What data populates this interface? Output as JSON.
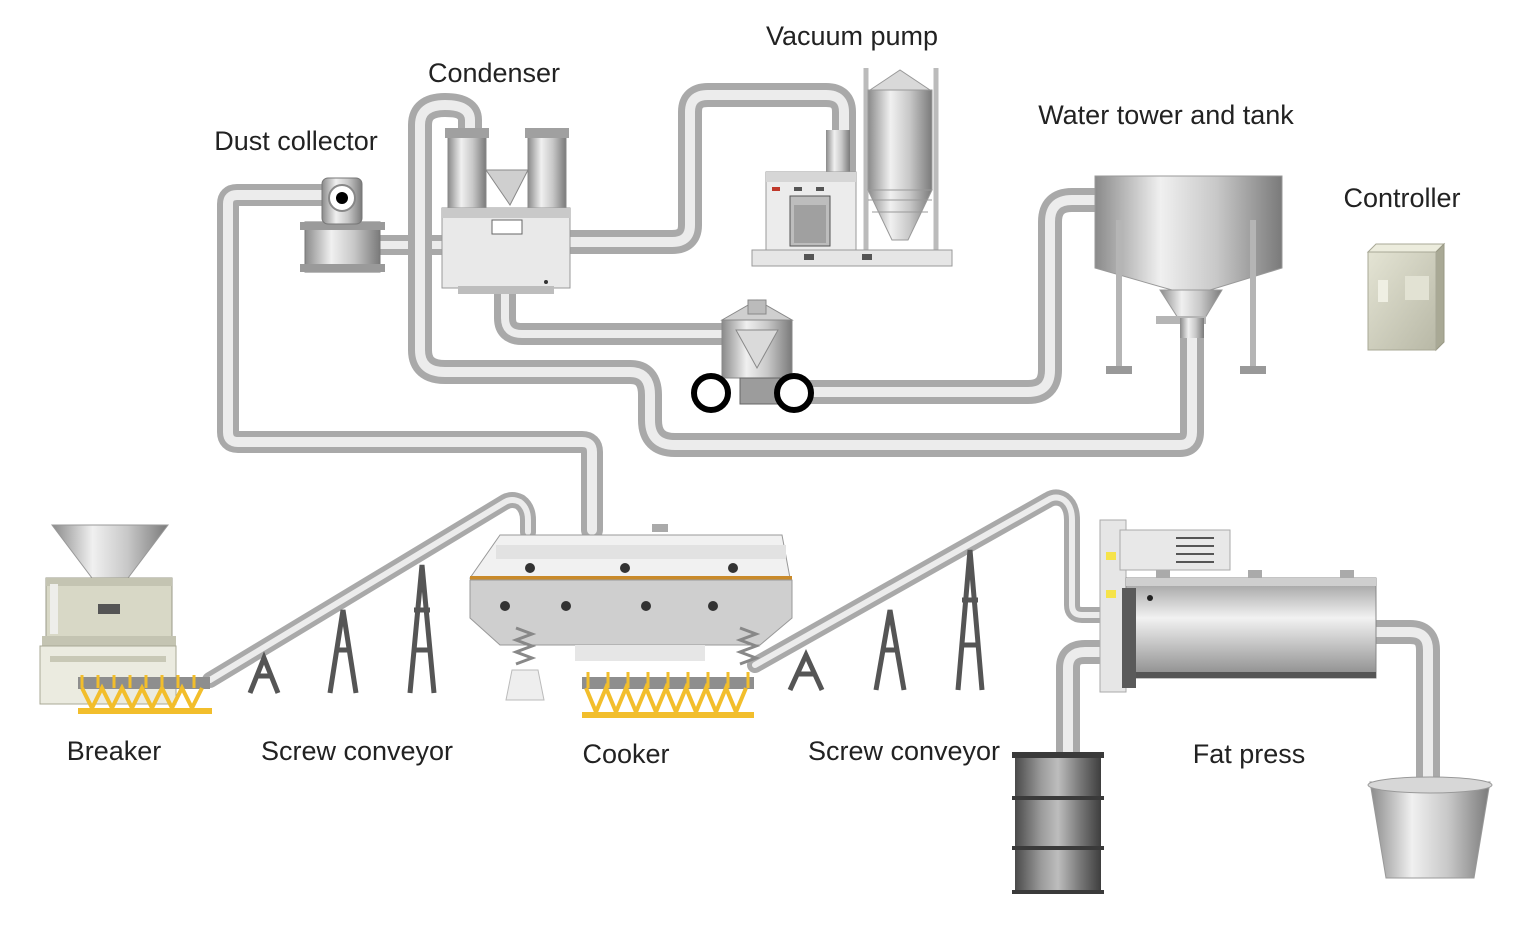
{
  "labels": {
    "vacuum_pump": "Vacuum pump",
    "condenser": "Condenser",
    "dust_collector": "Dust collector",
    "water_tower": "Water tower and tank",
    "controller": "Controller",
    "breaker": "Breaker",
    "screw_conveyor_1": "Screw conveyor",
    "cooker": "Cooker",
    "screw_conveyor_2": "Screw conveyor",
    "fat_press": "Fat press"
  },
  "colors": {
    "pipe": "#a9a9a9",
    "pipe_light": "#ececec",
    "steel": "#b8b8b8",
    "steel_dark": "#6e6e6e",
    "screw_yellow": "#f2be2c",
    "controller_body": "#d6d6c4",
    "breaker_body": "#d8d8c6",
    "label_text": "#222222"
  }
}
